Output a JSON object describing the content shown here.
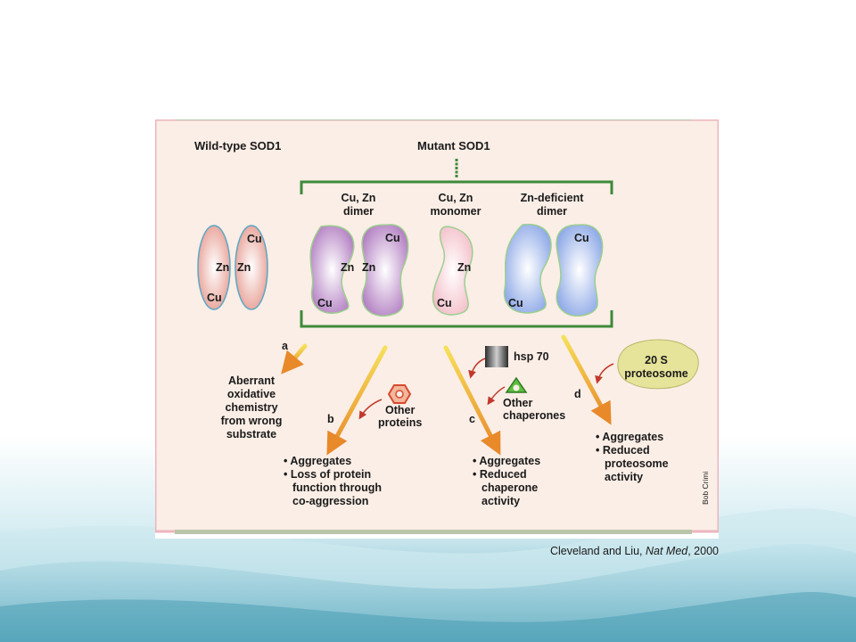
{
  "headings": {
    "wild_type": "Wild-type SOD1",
    "mutant": "Mutant SOD1"
  },
  "mutant_forms": [
    {
      "title_line1": "Cu, Zn",
      "title_line2": "dimer"
    },
    {
      "title_line1": "Cu, Zn",
      "title_line2": "monomer"
    },
    {
      "title_line1": "Zn-deficient",
      "title_line2": "dimer"
    }
  ],
  "metals": {
    "cu": "Cu",
    "zn": "Zn"
  },
  "pathways": {
    "a": {
      "letter": "a",
      "outcome": [
        "Aberrant",
        "oxidative",
        "chemistry",
        "from wrong",
        "substrate"
      ]
    },
    "b": {
      "letter": "b",
      "factor": [
        "Other",
        "proteins"
      ],
      "outcome": [
        "• Aggregates",
        "• Loss of protein",
        "function through",
        "co-aggression"
      ]
    },
    "c": {
      "letter": "c",
      "factor_top": "hsp 70",
      "factor": [
        "Other",
        "chaperones"
      ],
      "outcome": [
        "• Aggregates",
        "• Reduced",
        "chaperone",
        "activity"
      ]
    },
    "d": {
      "letter": "d",
      "factor": [
        "20 S",
        "proteosome"
      ],
      "outcome": [
        "• Aggregates",
        "• Reduced",
        "proteosome",
        "activity"
      ]
    }
  },
  "artist_credit": "Bob Crimi",
  "citation": {
    "authors": "Cleveland and Liu, ",
    "journal": "Nat Med",
    "year": ", 2000"
  },
  "colors": {
    "panel_bg": "#fbeee6",
    "frame": "#ecb5bf",
    "bracket": "#3d8a3a",
    "arrow": "#e8a033",
    "wild_type": "#e6998e",
    "cuzn_dimer": "#b07bc0",
    "monomer": "#f3bcc7",
    "zn_deficient": "#8aa6e6",
    "proteosome": "#e6e49a"
  }
}
